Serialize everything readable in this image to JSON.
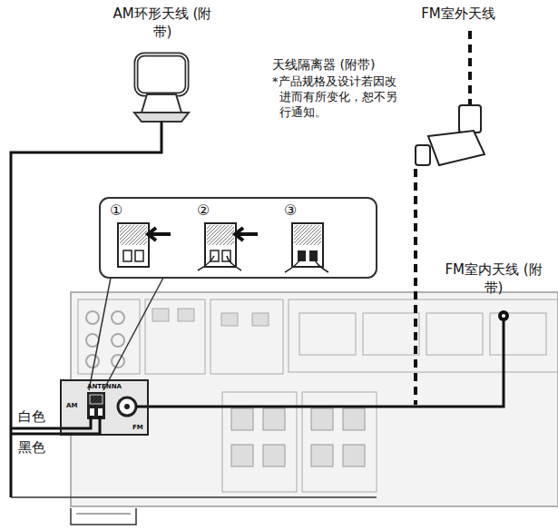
{
  "diagram": {
    "nodes": [
      {
        "text": [
          "ANTENNA",
          "AM",
          "FM"
        ]
      }
    ],
    "labels": [
      "AM环形天线 (附带)",
      "FM室外天线",
      "天线隔离器 (附带)",
      "*产品规格及设计若因改进而有所变化，恕不另行通知。",
      "FM室内天线 (附带)",
      "①",
      "②",
      "③",
      "白色",
      "黑色"
    ]
  }
}
